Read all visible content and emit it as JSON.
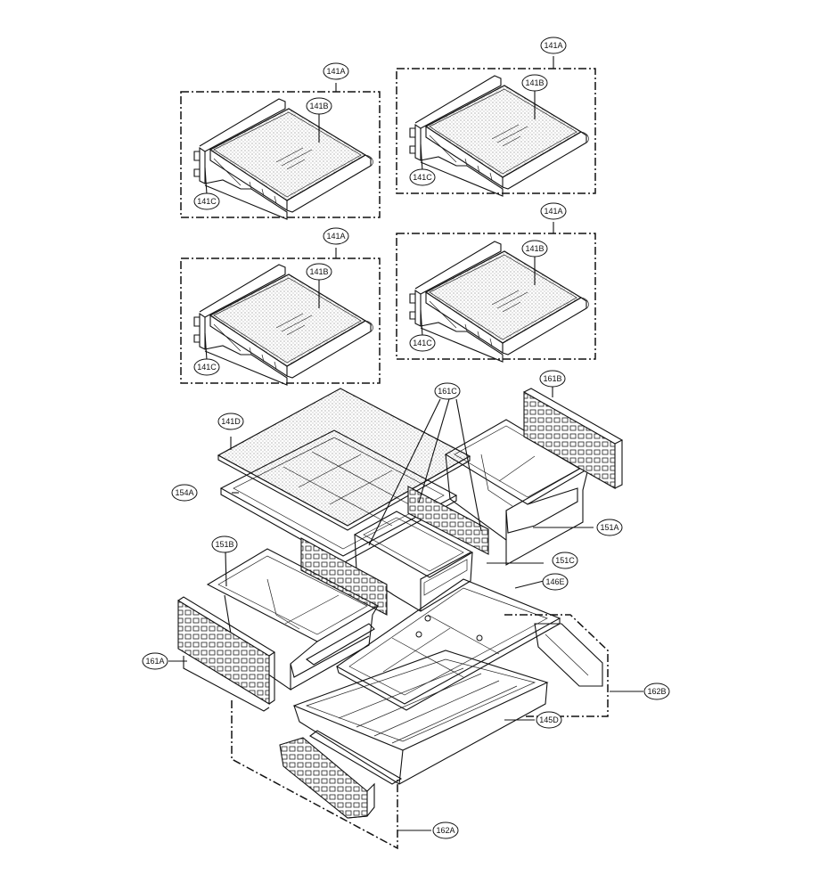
{
  "diagram": {
    "labels": {
      "l141A_1": "141A",
      "l141B_1": "141B",
      "l141C_1": "141C",
      "l141A_2": "141A",
      "l141B_2": "141B",
      "l141C_2": "141C",
      "l141A_3": "141A",
      "l141B_3": "141B",
      "l141C_3": "141C",
      "l141A_4": "141A",
      "l141B_4": "141B",
      "l141C_4": "141C",
      "l141D": "141D",
      "l154A": "154A",
      "l161C": "161C",
      "l161B": "161B",
      "l151A": "151A",
      "l151B": "151B",
      "l151C": "151C",
      "l146E": "146E",
      "l161A": "161A",
      "l162B": "162B",
      "l145D": "145D",
      "l162A": "162A"
    }
  }
}
